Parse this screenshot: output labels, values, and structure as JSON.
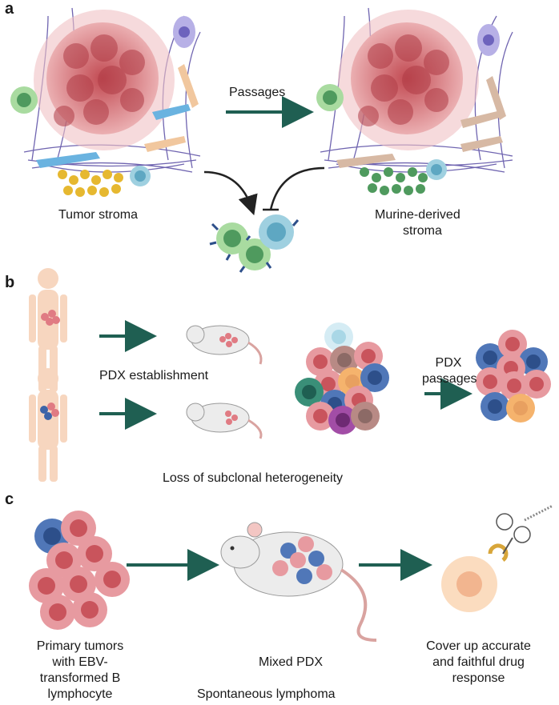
{
  "panel_a": {
    "letter": "a",
    "left_label": "Tumor stroma",
    "arrow_label": "Passages",
    "right_label_line1": "Murine-derived",
    "right_label_line2": "stroma"
  },
  "panel_b": {
    "letter": "b",
    "establishment_label": "PDX establishment",
    "passages_line1": "PDX",
    "passages_line2": "passages",
    "bottom_caption": "Loss of subclonal heterogeneity"
  },
  "panel_c": {
    "letter": "c",
    "left_lines": [
      "Primary tumors",
      "with EBV-",
      "transformed B",
      "lymphocyte"
    ],
    "middle_label": "Mixed PDX",
    "right_lines": [
      "Cover up accurate",
      "and faithful drug",
      "response"
    ],
    "bottom_caption": "Spontaneous lymphoma"
  },
  "colors": {
    "arrow": "#1f5f52",
    "tumor": "#c9545c",
    "tumor_light": "#e8a2a6",
    "fiber": "#6f64b0",
    "yellow_cell": "#e6b830",
    "green_cell": "#4f9a5e",
    "blue_cell": "#3d64a8",
    "body": "#f7d6bf"
  }
}
